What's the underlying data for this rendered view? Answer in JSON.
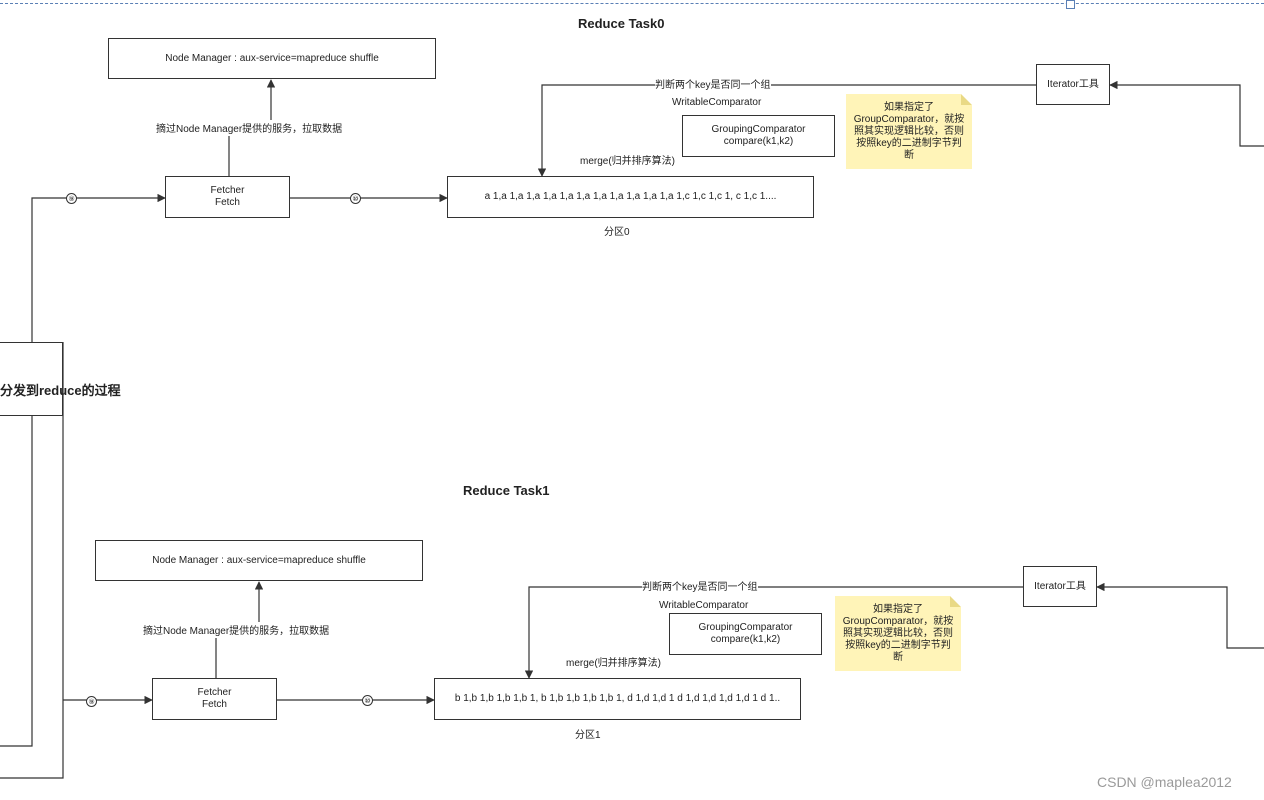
{
  "task0": {
    "title": "Reduce Task0",
    "node_manager": "Node Manager : aux-service=mapreduce  shuffle",
    "fetch_label": "摘过Node Manager提供的服务，拉取数据",
    "fetcher_line1": "Fetcher",
    "fetcher_line2": "Fetch",
    "step9": "⑨",
    "step10": "⑩",
    "merge_label": "merge(归并排序算法)",
    "data": "a 1,a 1,a 1,a 1,a 1,a 1,a 1,a 1,a 1,a 1,a 1,a 1,c 1,c 1,c 1, c 1,c 1....",
    "partition": "分区0",
    "judge_label": "判断两个key是否同一个组",
    "writable": "WritableComparator",
    "grouping_line1": "GroupingComparator",
    "grouping_line2": "compare(k1,k2)",
    "iterator": "Iterator工具",
    "note": "如果指定了GroupComparator，就按照其实现逻辑比较，否则按照key的二进制字节判断"
  },
  "task1": {
    "title": "Reduce Task1",
    "node_manager": "Node Manager : aux-service=mapreduce  shuffle",
    "fetch_label": "摘过Node Manager提供的服务，拉取数据",
    "fetcher_line1": "Fetcher",
    "fetcher_line2": "Fetch",
    "step9": "⑨",
    "step10": "⑩",
    "merge_label": "merge(归并排序算法)",
    "data": "b 1,b 1,b 1,b 1,b 1, b 1,b 1,b 1,b 1,b 1, d 1,d 1,d 1 d 1,d 1,d 1,d 1,d 1 d 1..",
    "partition": "分区1",
    "judge_label": "判断两个key是否同一个组",
    "writable": "WritableComparator",
    "grouping_line1": "GroupingComparator",
    "grouping_line2": "compare(k1,k2)",
    "iterator": "Iterator工具",
    "note": "如果指定了GroupComparator，就按照其实现逻辑比较，否则按照key的二进制字节判断"
  },
  "side_label": "分发到reduce的过程",
  "watermark": "CSDN @maplea2012",
  "colors": {
    "line": "#333333",
    "note_bg": "#fff4b8",
    "note_fold": "#e9d985",
    "selection": "#5a7fb5"
  }
}
